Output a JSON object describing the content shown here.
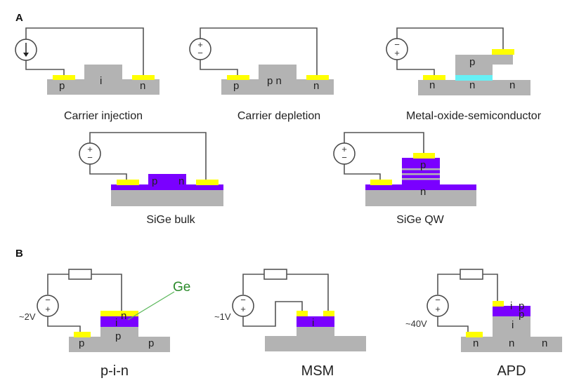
{
  "figure": {
    "panels": [
      {
        "id": "A",
        "label": "A",
        "devices": [
          {
            "caption": "Carrier injection",
            "source": "current-source",
            "source_symbol": "↓",
            "region_labels": [
              "p",
              "i",
              "n"
            ]
          },
          {
            "caption": "Carrier depletion",
            "source": "voltage-source",
            "polarity_top": "+",
            "polarity_bottom": "−",
            "region_labels": [
              "p",
              "p n",
              "n"
            ]
          },
          {
            "caption": "Metal-oxide-semiconductor",
            "source": "voltage-source",
            "polarity_top": "−",
            "polarity_bottom": "+",
            "region_labels": [
              "p",
              "n",
              "n",
              "n"
            ]
          },
          {
            "caption": "SiGe bulk",
            "source": "voltage-source",
            "polarity_top": "+",
            "polarity_bottom": "−",
            "region_labels": [
              "p",
              "n"
            ]
          },
          {
            "caption": "SiGe QW",
            "source": "voltage-source",
            "polarity_top": "+",
            "polarity_bottom": "−",
            "region_labels": [
              "p",
              "n"
            ]
          }
        ]
      },
      {
        "id": "B",
        "label": "B",
        "devices": [
          {
            "caption": "p-i-n",
            "voltage": "~2V",
            "polarity_top": "−",
            "polarity_bottom": "+",
            "region_labels": [
              "n",
              "i",
              "p",
              "p",
              "p"
            ],
            "callout": "Ge"
          },
          {
            "caption": "MSM",
            "voltage": "~1V",
            "polarity_top": "−",
            "polarity_bottom": "+",
            "region_labels": [
              "i"
            ]
          },
          {
            "caption": "APD",
            "voltage": "~40V",
            "polarity_top": "−",
            "polarity_bottom": "+",
            "region_labels": [
              "i",
              "p",
              "p",
              "i",
              "n",
              "n",
              "n"
            ]
          }
        ]
      }
    ],
    "colors": {
      "silicon": "#b3b3b3",
      "metal_contact": "#ffff00",
      "germanium_sige": "#7a00ff",
      "oxide": "#66f0f5",
      "wire": "#555555",
      "ge_callout": "#2a8a2a"
    }
  }
}
